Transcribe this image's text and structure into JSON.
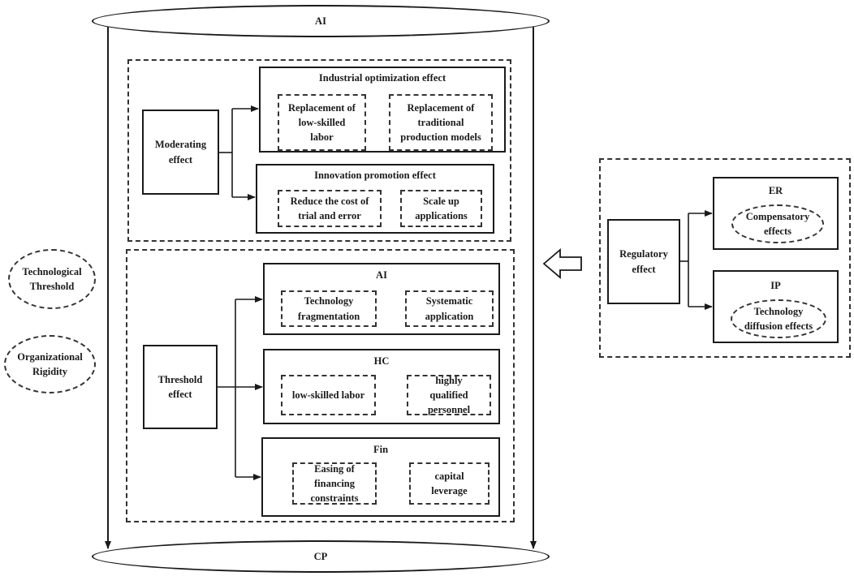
{
  "cylinder": {
    "top_label": "AI",
    "bottom_label": "CP"
  },
  "side_ellipses": {
    "technological_threshold": "Technological\nThreshold",
    "organizational_rigidity": "Organizational\nRigidity"
  },
  "moderating": {
    "source": "Moderating\neffect",
    "industrial": {
      "title": "Industrial optimization effect",
      "items": [
        "Replacement of\nlow-skilled\nlabor",
        "Replacement of\ntraditional\nproduction models"
      ]
    },
    "innovation": {
      "title": "Innovation promotion effect",
      "items": [
        "Reduce the cost of\ntrial and error",
        "Scale up\napplications"
      ]
    }
  },
  "threshold": {
    "source": "Threshold\neffect",
    "ai": {
      "title": "AI",
      "from": "Technology\nfragmentation",
      "to": "Systematic\napplication"
    },
    "hc": {
      "title": "HC",
      "from": "low-skilled labor",
      "to": "highly\nqualified\npersonnel"
    },
    "fin": {
      "title": "Fin",
      "from": "Easing of\nfinancing\nconstraints",
      "to": "capital\nleverage"
    }
  },
  "regulatory": {
    "source": "Regulatory\neffect",
    "er": {
      "title": "ER",
      "effect": "Compensatory\neffects"
    },
    "ip": {
      "title": "IP",
      "effect": "Technology\ndiffusion effects"
    }
  }
}
